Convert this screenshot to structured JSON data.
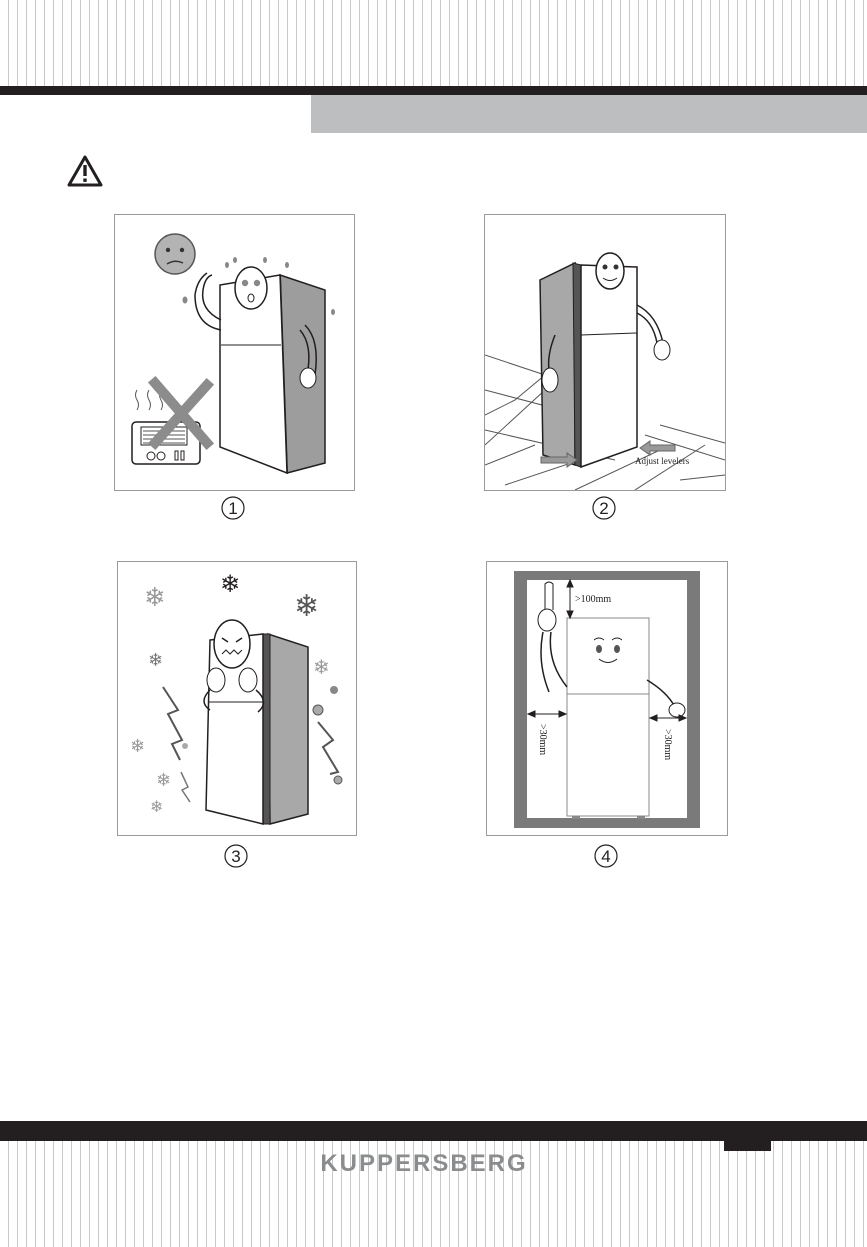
{
  "brand": {
    "name": "KUPPERSBERG"
  },
  "header": {
    "band_text": ""
  },
  "figures": [
    {
      "number": "①"
    },
    {
      "number": "②",
      "annotation": "Adjust levelers"
    },
    {
      "number": "③"
    },
    {
      "number": "④",
      "top_clearance": ">100mm",
      "left_clearance": ">30mm",
      "right_clearance": ">30mm"
    }
  ],
  "colors": {
    "dark_bar": "#231f20",
    "header_band": "#bcbec0",
    "brand_gray": "#8a8c8e"
  },
  "icons": {
    "warning": "warning-triangle-icon"
  }
}
